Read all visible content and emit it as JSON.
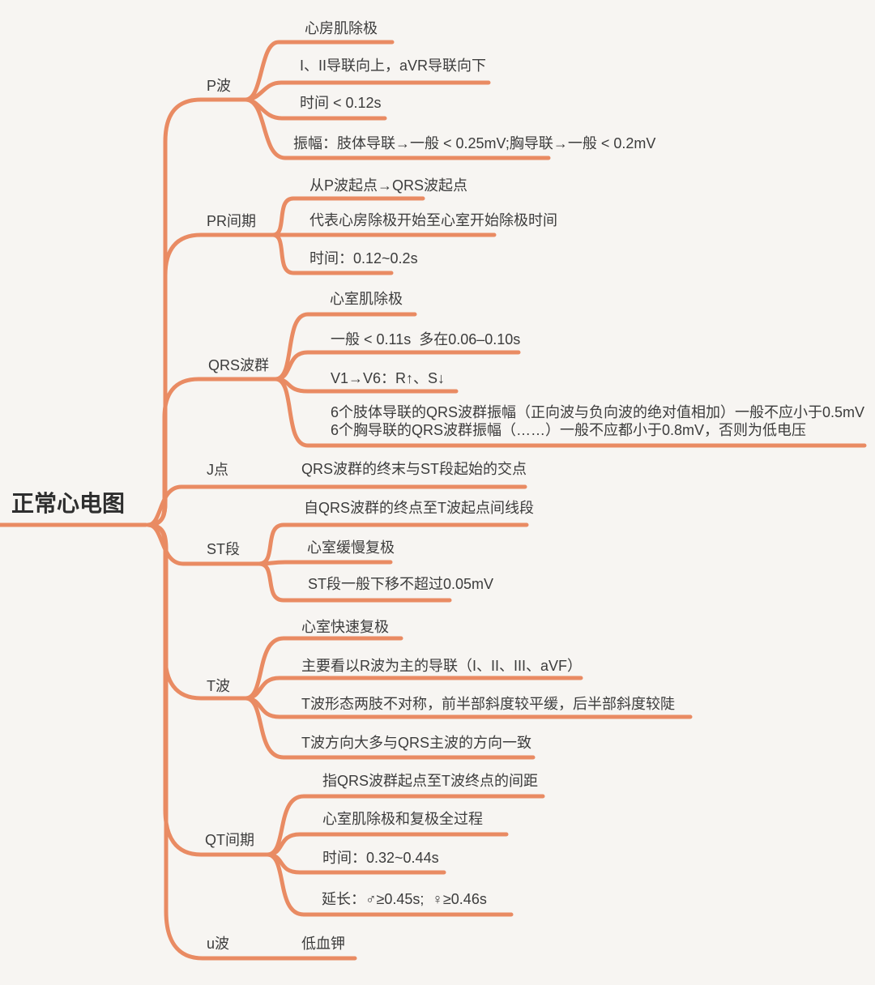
{
  "root": {
    "label": "正常心电图"
  },
  "branches": [
    {
      "label": "P波",
      "children": [
        "心房肌除极",
        "I、II导联向上，aVR导联向下",
        "时间 < 0.12s",
        "振幅：肢体导联→一般 < 0.25mV;胸导联→一般 < 0.2mV"
      ]
    },
    {
      "label": "PR间期",
      "children": [
        "从P波起点→QRS波起点",
        "代表心房除极开始至心室开始除极时间",
        "时间：0.12~0.2s"
      ]
    },
    {
      "label": "QRS波群",
      "children": [
        "心室肌除极",
        "一般 < 0.11s  多在0.06–0.10s",
        "V1→V6：R↑、S↓",
        "6个肢体导联的QRS波群振幅（正向波与负向波的绝对值相加）一般不应小于0.5mV\n6个胸导联的QRS波群振幅（……）一般不应都小于0.8mV，否则为低电压"
      ]
    },
    {
      "label": "J点",
      "children": [
        "QRS波群的终末与ST段起始的交点"
      ]
    },
    {
      "label": "ST段",
      "children": [
        "自QRS波群的终点至T波起点间线段",
        "心室缓慢复极",
        "ST段一般下移不超过0.05mV"
      ]
    },
    {
      "label": "T波",
      "children": [
        "心室快速复极",
        "主要看以R波为主的导联（I、II、III、aVF）",
        "T波形态两肢不对称，前半部斜度较平缓，后半部斜度较陡",
        "T波方向大多与QRS主波的方向一致"
      ]
    },
    {
      "label": "QT间期",
      "children": [
        "指QRS波群起点至T波终点的间距",
        "心室肌除极和复极全过程",
        "时间：0.32~0.44s",
        "延长：♂≥0.45s;  ♀≥0.46s"
      ]
    },
    {
      "label": "u波",
      "children": [
        "低血钾"
      ]
    }
  ],
  "colors": {
    "branch_line": "#E98B63",
    "text": "#3C3C3C",
    "root_text": "#2E2E2E",
    "background": "#F7F5F2"
  }
}
